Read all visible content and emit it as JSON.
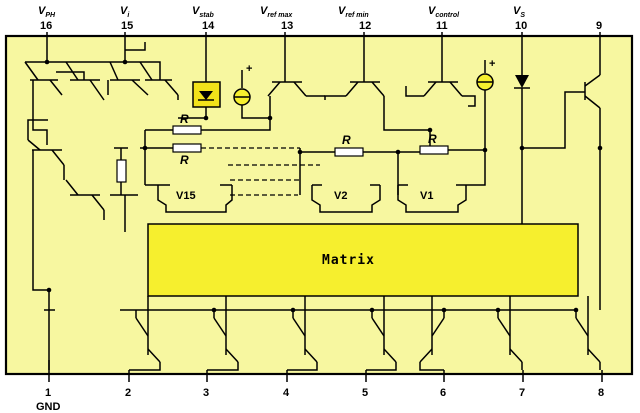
{
  "top_pins": [
    {
      "num": "16",
      "label": "V",
      "sub": "PH"
    },
    {
      "num": "15",
      "label": "V",
      "sub": "i"
    },
    {
      "num": "14",
      "label": "V",
      "sub": "stab"
    },
    {
      "num": "13",
      "label": "V",
      "sub": "ref max"
    },
    {
      "num": "12",
      "label": "V",
      "sub": "ref min"
    },
    {
      "num": "11",
      "label": "V",
      "sub": "control"
    },
    {
      "num": "10",
      "label": "V",
      "sub": "S"
    },
    {
      "num": "9",
      "label": "",
      "sub": ""
    }
  ],
  "bottom_pins": [
    {
      "num": "1",
      "label": "GND"
    },
    {
      "num": "2",
      "label": ""
    },
    {
      "num": "3",
      "label": ""
    },
    {
      "num": "4",
      "label": ""
    },
    {
      "num": "5",
      "label": ""
    },
    {
      "num": "6",
      "label": ""
    },
    {
      "num": "7",
      "label": ""
    },
    {
      "num": "8",
      "label": ""
    }
  ],
  "resistors": {
    "r1": "R",
    "r2": "R",
    "r3": "R",
    "r4": "R"
  },
  "comparators": {
    "v15": "V15",
    "v2": "V2",
    "v1": "V1"
  },
  "matrix_label": "Matrix",
  "plus_sign": "+",
  "colors": {
    "chip_fill": "#f7f7a0",
    "matrix_fill": "#f6ef2e",
    "zener_fill": "#f2e21a"
  }
}
